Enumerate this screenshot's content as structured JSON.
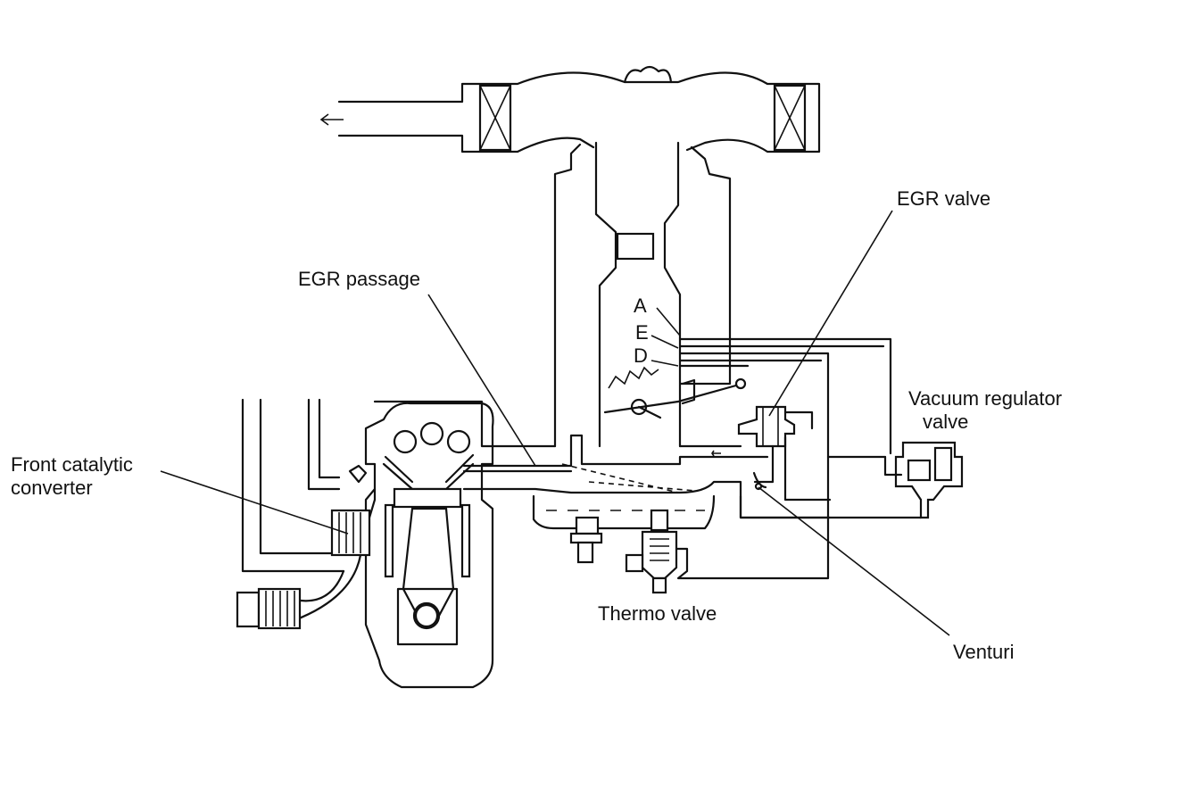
{
  "labels": {
    "egr_valve": "EGR valve",
    "egr_passage": "EGR passage",
    "port_a": "A",
    "port_e": "E",
    "port_d": "D",
    "vacuum_regulator_line1": "Vacuum regulator",
    "vacuum_regulator_line2": "valve",
    "front_catalytic_line1": "Front catalytic",
    "front_catalytic_line2": "converter",
    "thermo_valve": "Thermo valve",
    "venturi": "Venturi"
  }
}
